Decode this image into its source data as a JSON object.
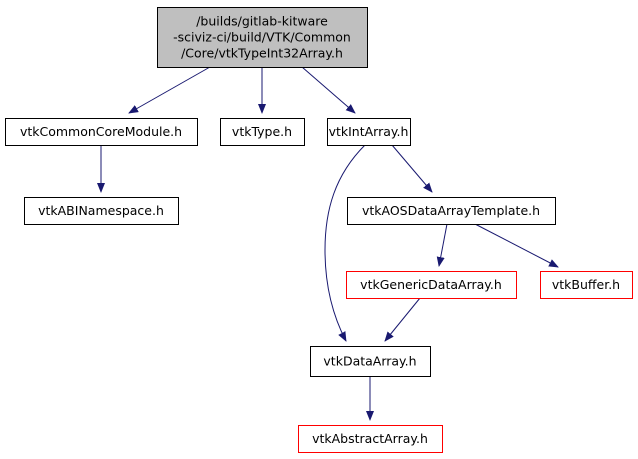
{
  "graph": {
    "edge_color": "#191970",
    "nodes": [
      {
        "id": "root",
        "lines": [
          "/builds/gitlab-kitware",
          "-sciviz-ci/build/VTK/Common",
          "/Core/vtkTypeInt32Array.h"
        ],
        "fill": "#bfbfbf",
        "border": "#000000"
      },
      {
        "id": "ccm",
        "lines": [
          "vtkCommonCoreModule.h"
        ],
        "fill": "#ffffff",
        "border": "#000000"
      },
      {
        "id": "type",
        "lines": [
          "vtkType.h"
        ],
        "fill": "#ffffff",
        "border": "#000000"
      },
      {
        "id": "intarr",
        "lines": [
          "vtkIntArray.h"
        ],
        "fill": "#ffffff",
        "border": "#000000"
      },
      {
        "id": "abi",
        "lines": [
          "vtkABINamespace.h"
        ],
        "fill": "#ffffff",
        "border": "#000000"
      },
      {
        "id": "aos",
        "lines": [
          "vtkAOSDataArrayTemplate.h"
        ],
        "fill": "#ffffff",
        "border": "#000000"
      },
      {
        "id": "gen",
        "lines": [
          "vtkGenericDataArray.h"
        ],
        "fill": "#ffffff",
        "border": "#ff0000"
      },
      {
        "id": "buf",
        "lines": [
          "vtkBuffer.h"
        ],
        "fill": "#ffffff",
        "border": "#ff0000"
      },
      {
        "id": "da",
        "lines": [
          "vtkDataArray.h"
        ],
        "fill": "#ffffff",
        "border": "#000000"
      },
      {
        "id": "abs",
        "lines": [
          "vtkAbstractArray.h"
        ],
        "fill": "#ffffff",
        "border": "#ff0000"
      }
    ],
    "edges": [
      {
        "from": "root",
        "to": "ccm"
      },
      {
        "from": "root",
        "to": "type"
      },
      {
        "from": "root",
        "to": "intarr"
      },
      {
        "from": "ccm",
        "to": "abi"
      },
      {
        "from": "intarr",
        "to": "aos"
      },
      {
        "from": "intarr",
        "to": "da"
      },
      {
        "from": "aos",
        "to": "gen"
      },
      {
        "from": "aos",
        "to": "buf"
      },
      {
        "from": "gen",
        "to": "da"
      },
      {
        "from": "da",
        "to": "abs"
      }
    ]
  }
}
